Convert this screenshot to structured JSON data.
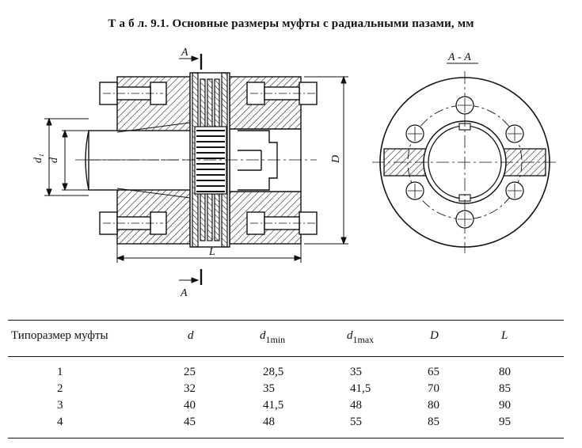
{
  "title": "Т а б л. 9.1. Основные размеры муфты с радиальными пазами, мм",
  "drawing": {
    "section_label_top": "A",
    "section_label_bottom": "A",
    "section_view_label": "А - А",
    "dim_d1": "d₁",
    "dim_d": "d",
    "dim_D": "D",
    "dim_L": "L"
  },
  "table": {
    "headers": {
      "size": "Типоразмер муфты",
      "d": "d",
      "d1min_main": "d",
      "d1min_sub": "1min",
      "d1max_main": "d",
      "d1max_sub": "1max",
      "D": "D",
      "L": "L"
    },
    "rows": [
      {
        "n": "1",
        "d": "25",
        "d1min": "28,5",
        "d1max": "35",
        "D": "65",
        "L": "80"
      },
      {
        "n": "2",
        "d": "32",
        "d1min": "35",
        "d1max": "41,5",
        "D": "70",
        "L": "85"
      },
      {
        "n": "3",
        "d": "40",
        "d1min": "41,5",
        "d1max": "48",
        "D": "80",
        "L": "90"
      },
      {
        "n": "4",
        "d": "45",
        "d1min": "48",
        "d1max": "55",
        "D": "85",
        "L": "95"
      }
    ]
  }
}
